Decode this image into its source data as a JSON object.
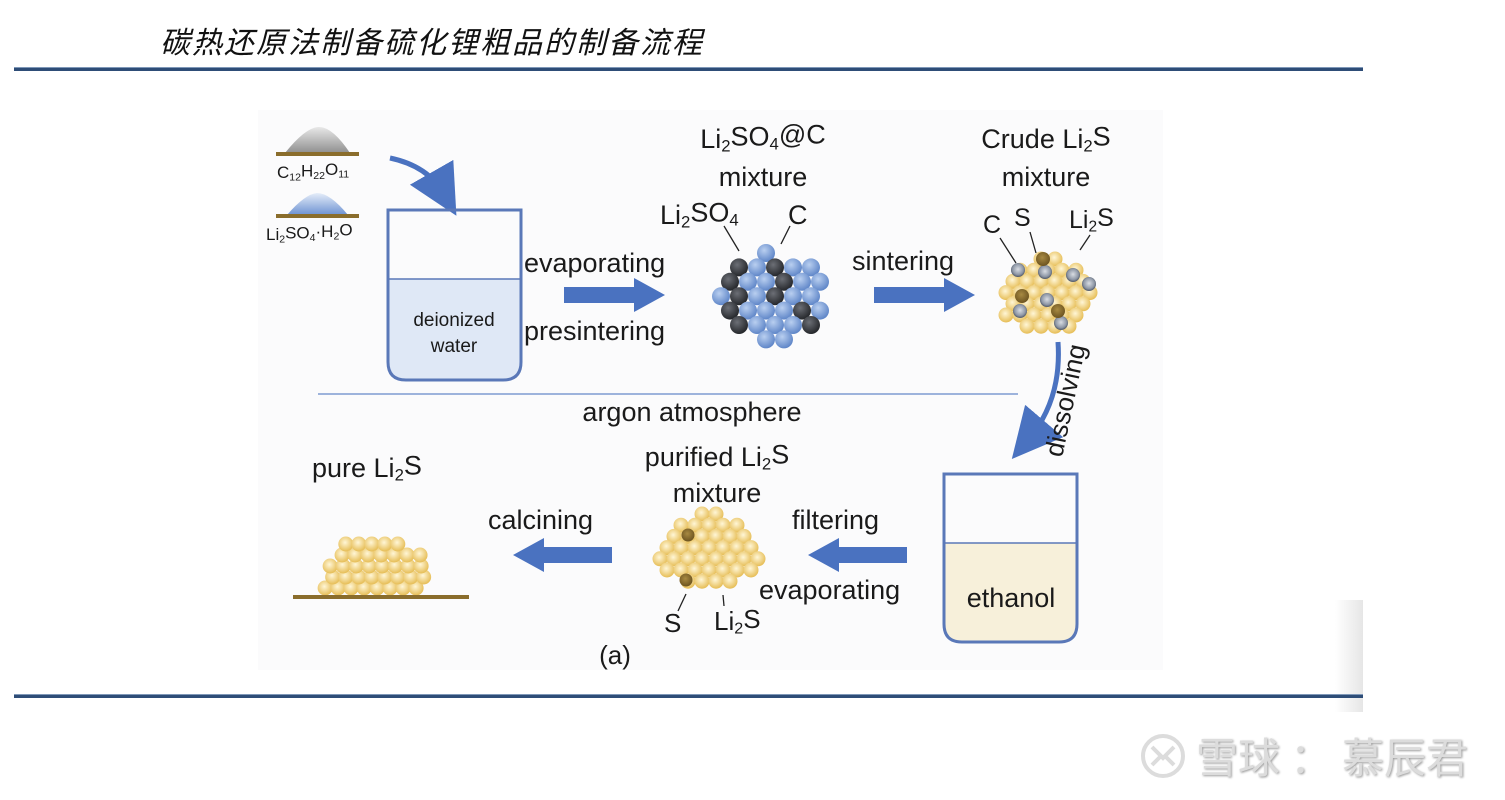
{
  "page": {
    "title": "碳热还原法制备硫化锂粗品的制备流程"
  },
  "figure": {
    "panel_label": "(a)",
    "reagents": [
      {
        "formula": "C12H22O11",
        "parts": [
          [
            "C",
            ""
          ],
          [
            "12",
            "sub"
          ],
          [
            "H",
            ""
          ],
          [
            "22",
            "sub"
          ],
          [
            "O",
            ""
          ],
          [
            "11",
            "sub"
          ]
        ],
        "powder_color": "#9a9a9a"
      },
      {
        "formula": "Li2SO4·H2O",
        "parts": [
          [
            "Li",
            ""
          ],
          [
            "2",
            "sub"
          ],
          [
            "SO",
            ""
          ],
          [
            "4",
            "sub"
          ],
          [
            "·H",
            ""
          ],
          [
            "2",
            "sub"
          ],
          [
            "O",
            ""
          ]
        ],
        "powder_color": "#7d9fd6"
      }
    ],
    "beaker_1": {
      "label_line1": "deionized",
      "label_line2": "water",
      "liquid_color": "#dfe8f6"
    },
    "step_1": {
      "above": "evaporating",
      "below": "presintering"
    },
    "mixture_1": {
      "title_parts": [
        [
          "Li",
          ""
        ],
        [
          "2",
          "sub"
        ],
        [
          "SO",
          ""
        ],
        [
          "4",
          "sub"
        ],
        [
          "@C",
          ""
        ]
      ],
      "subtitle": "mixture",
      "label_a_parts": [
        [
          "Li",
          ""
        ],
        [
          "2",
          "sub"
        ],
        [
          "SO",
          ""
        ],
        [
          "4",
          "sub"
        ]
      ],
      "label_b": "C"
    },
    "step_2": {
      "label": "sintering"
    },
    "mixture_2": {
      "title_parts": [
        [
          "Crude Li",
          ""
        ],
        [
          "2",
          "sub"
        ],
        [
          "S",
          ""
        ]
      ],
      "subtitle": "mixture",
      "label_c": "C",
      "label_s": "S",
      "label_li2s_parts": [
        [
          "Li",
          ""
        ],
        [
          "2",
          "sub"
        ],
        [
          "S",
          ""
        ]
      ]
    },
    "step_3": {
      "label": "dissolving"
    },
    "divider_label": "argon atmosphere",
    "beaker_2": {
      "label": "ethanol",
      "liquid_color": "#f7f0da"
    },
    "step_4": {
      "above": "filtering",
      "below": "evaporating"
    },
    "mixture_3": {
      "title_parts": [
        [
          "purified Li",
          ""
        ],
        [
          "2",
          "sub"
        ],
        [
          "S",
          ""
        ]
      ],
      "subtitle": "mixture",
      "label_s": "S",
      "label_li2s_parts": [
        [
          "Li",
          ""
        ],
        [
          "2",
          "sub"
        ],
        [
          "S",
          ""
        ]
      ]
    },
    "step_5": {
      "label": "calcining"
    },
    "product": {
      "title_parts": [
        [
          "pure Li",
          ""
        ],
        [
          "2",
          "sub"
        ],
        [
          "S",
          ""
        ]
      ]
    },
    "colors": {
      "arrow": "#4a72c0",
      "beaker_border": "#5a78b8",
      "divider": "#9db3dc",
      "li2so4_particle": "#7fa3dc",
      "carbon_particle": "#3d3f44",
      "li2s_particle": "#edc96a",
      "sulfur_particle": "#8a6d2c",
      "tray": "#8a6d2c"
    }
  },
  "watermark": {
    "platform": "雪球",
    "separator": "：",
    "author": "慕辰君"
  }
}
